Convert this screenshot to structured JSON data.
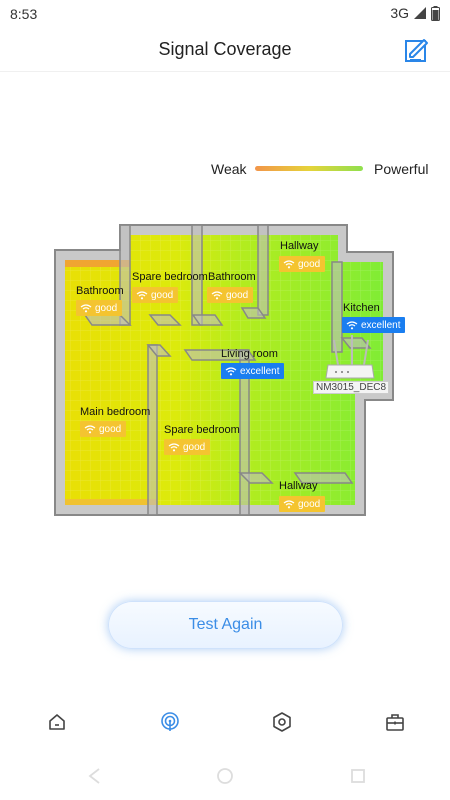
{
  "status_bar": {
    "time": "8:53",
    "network": "3G"
  },
  "header": {
    "title": "Signal Coverage"
  },
  "legend": {
    "weak": "Weak",
    "powerful": "Powerful"
  },
  "rooms": [
    {
      "name": "Hallway",
      "signal": "good"
    },
    {
      "name": "Spare bedroom",
      "signal": "good"
    },
    {
      "name": "Bathroom",
      "signal": "good"
    },
    {
      "name": "Bathroom",
      "signal": "good"
    },
    {
      "name": "Kitchen",
      "signal": "excellent"
    },
    {
      "name": "Living room",
      "signal": "excellent"
    },
    {
      "name": "Main bedroom",
      "signal": "good"
    },
    {
      "name": "Spare bedroom",
      "signal": "good"
    },
    {
      "name": "Hallway",
      "signal": "good"
    }
  ],
  "router": {
    "name": "NM3015_DEC8"
  },
  "actions": {
    "test_again": "Test Again"
  },
  "colors": {
    "accent": "#3b8de6",
    "good": "#f4c430",
    "excellent": "#1a7ef0"
  }
}
